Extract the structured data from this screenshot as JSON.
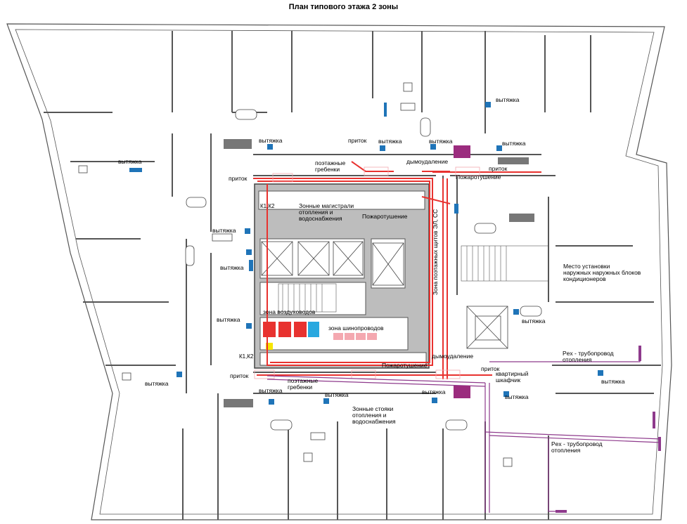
{
  "title": "План типового этажа 2 зоны",
  "labels": {
    "exhaust": "вытяжка",
    "supply": "приток",
    "floor_manifolds": "поэтажные\nгребенки",
    "fire_ext": "Пожаротушение",
    "smoke_removal": "дымоудаление",
    "k1k2": "К1,К2",
    "zone_mains": "Зонные магистрали\nотопления и\nводоснабжения",
    "zone_risers": "Зонные стояки\nотопления и\nводоснабжения",
    "air_duct_zone": "зона воздуховодов",
    "busbar_zone": "зона шинопроводов",
    "panel_zone": "Зона поэтажных щитов ЭЛ, СС",
    "ac_place": "Место установки\nнаружных наружных блоков\nкондиционеров",
    "pex": "Pex - трубопровод\nотопления",
    "apt_cabinet": "квартирный\nшкафчик"
  },
  "colors": {
    "wall": "#555555",
    "wall_dark": "#3a3a3a",
    "core": "#bcbcbc",
    "red_pipe": "#e8322f",
    "purple_pipe": "#8e3a8c",
    "fixture_blue": "#1f74b8",
    "magenta": "#9b2c7e",
    "cyan": "#29a8df",
    "pink": "#f4a8b0",
    "yellow": "#f7e600"
  }
}
